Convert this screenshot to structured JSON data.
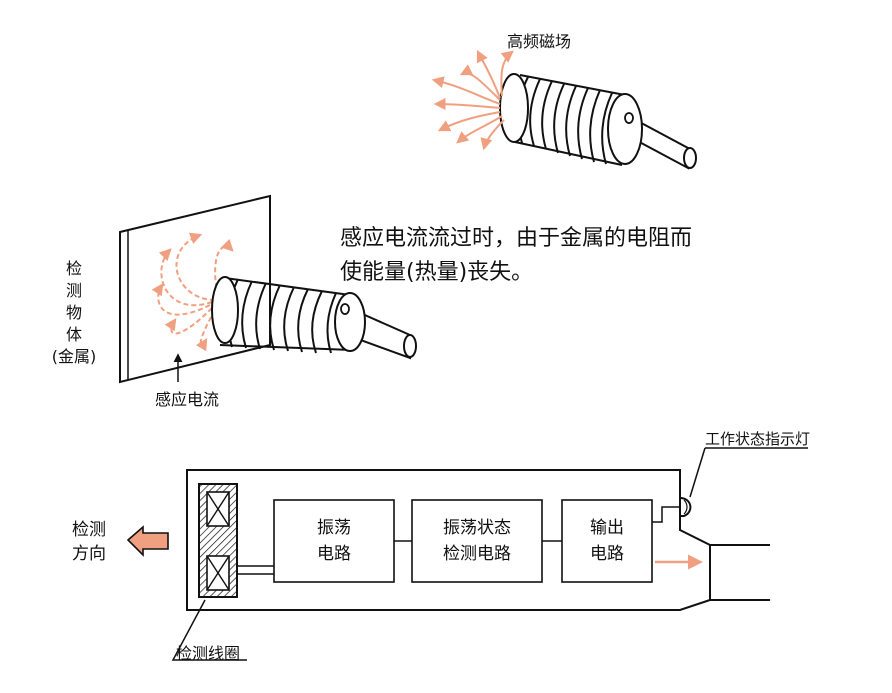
{
  "sensor_field": {
    "label": "高频磁场"
  },
  "target": {
    "label_lines": [
      "检",
      "测",
      "物",
      "体",
      "(金属)"
    ],
    "current_label": "感应电流"
  },
  "explanation": {
    "line1": "感应电流流过时，由于金属的电阻而",
    "line2": "使能量(热量)丧失。"
  },
  "block_diagram": {
    "indicator_label": "工作状态指示灯",
    "direction_label_lines": [
      "检测",
      "方向"
    ],
    "coil_label": "检测线圈",
    "blocks": [
      {
        "lines": [
          "振荡",
          "电路"
        ]
      },
      {
        "lines": [
          "振荡状态",
          "检测电路"
        ]
      },
      {
        "lines": [
          "输出",
          "电路"
        ]
      }
    ]
  },
  "colors": {
    "field": "#f0a080",
    "arrow_fill": "#f0a080",
    "line": "#111111"
  }
}
